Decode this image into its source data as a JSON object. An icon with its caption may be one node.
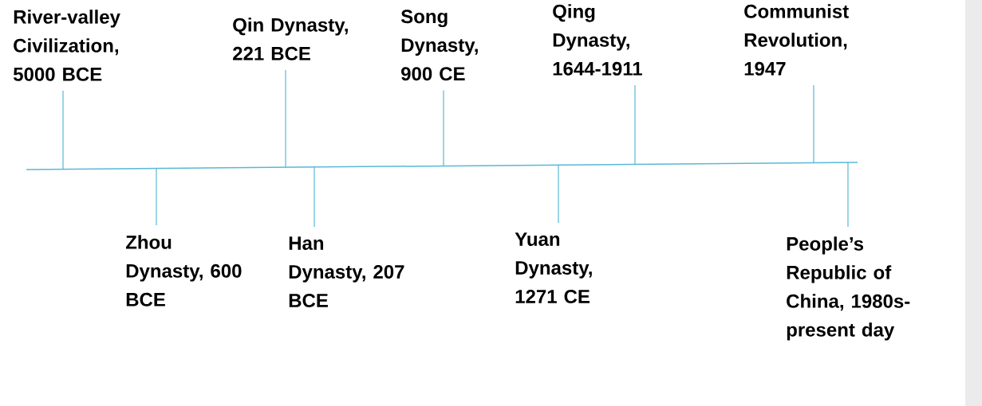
{
  "diagram": {
    "nodes": [
      {
        "text": [
          "River-valley Civilization, 5000 BCE"
        ]
      },
      {
        "text": [
          "Zhou Dynasty, 600 BCE"
        ]
      },
      {
        "text": [
          "Qin Dynasty, 221 BCE"
        ]
      },
      {
        "text": [
          "Han Dynasty, 207 BCE"
        ]
      },
      {
        "text": [
          "Song Dynasty, 900 CE"
        ]
      },
      {
        "text": [
          "Yuan Dynasty, 1271 CE"
        ]
      },
      {
        "text": [
          "Qing Dynasty, 1644-1911"
        ]
      },
      {
        "text": [
          "Communist Revolution, 1947"
        ]
      },
      {
        "text": [
          "People’s Republic of China, 1980s-present day"
        ]
      }
    ],
    "edges": [
      {
        "from": 0,
        "to": null,
        "arrow": "none"
      },
      {
        "from": 1,
        "to": null,
        "arrow": "none"
      },
      {
        "from": 2,
        "to": null,
        "arrow": "none"
      },
      {
        "from": 3,
        "to": null,
        "arrow": "none"
      },
      {
        "from": 4,
        "to": null,
        "arrow": "none"
      },
      {
        "from": 5,
        "to": null,
        "arrow": "none"
      },
      {
        "from": 6,
        "to": null,
        "arrow": "none"
      },
      {
        "from": 7,
        "to": null,
        "arrow": "none"
      },
      {
        "from": 8,
        "to": null,
        "arrow": "none"
      }
    ]
  }
}
